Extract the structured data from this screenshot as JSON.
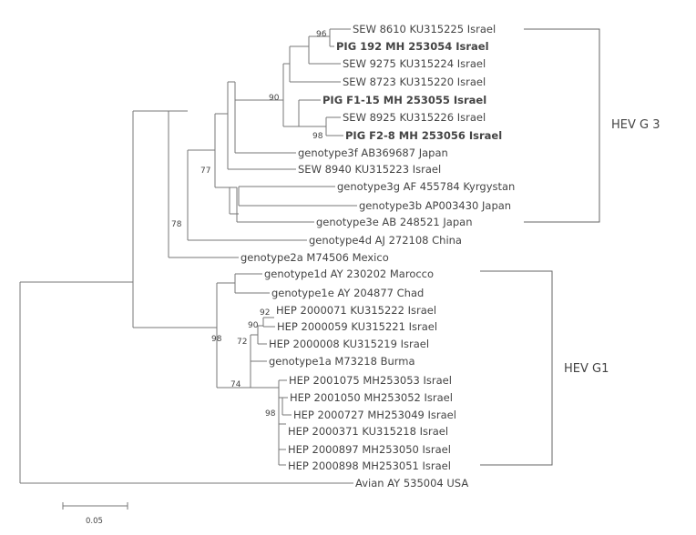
{
  "tree": {
    "leaves": [
      {
        "id": "sew8610",
        "label": "SEW  8610  KU315225  Israel",
        "bold": false
      },
      {
        "id": "pig192",
        "label": "PIG  192  MH 253054  Israel",
        "bold": true
      },
      {
        "id": "sew9275",
        "label": "SEW  9275  KU315224  Israel",
        "bold": false
      },
      {
        "id": "sew8723",
        "label": "SEW  8723  KU315220  Israel",
        "bold": false
      },
      {
        "id": "pigf115",
        "label": "PIG  F1-15  MH 253055  Israel",
        "bold": true
      },
      {
        "id": "sew8925",
        "label": "SEW  8925  KU315226  Israel",
        "bold": false
      },
      {
        "id": "pigf28",
        "label": "PIG  F2-8  MH 253056  Israel",
        "bold": true
      },
      {
        "id": "g3f",
        "label": "genotype3f  AB369687  Japan",
        "bold": false
      },
      {
        "id": "sew8940",
        "label": "SEW  8940  KU315223  Israel",
        "bold": false
      },
      {
        "id": "g3g",
        "label": "genotype3g  AF 455784  Kyrgystan",
        "bold": false
      },
      {
        "id": "g3b",
        "label": "genotype3b  AP003430  Japan",
        "bold": false
      },
      {
        "id": "g3e",
        "label": "genotype3e  AB 248521  Japan",
        "bold": false
      },
      {
        "id": "g4d",
        "label": "genotype4d  AJ 272108  China",
        "bold": false
      },
      {
        "id": "g2a",
        "label": "genotype2a  M74506  Mexico",
        "bold": false
      },
      {
        "id": "g1d",
        "label": "genotype1d  AY 230202  Marocco",
        "bold": false
      },
      {
        "id": "g1e",
        "label": "genotype1e  AY 204877  Chad",
        "bold": false
      },
      {
        "id": "hep2000071",
        "label": "HEP  2000071  KU315222  Israel",
        "bold": false
      },
      {
        "id": "hep2000059",
        "label": "HEP  2000059  KU315221  Israel",
        "bold": false
      },
      {
        "id": "hep2000008",
        "label": "HEP  2000008  KU315219  Israel",
        "bold": false
      },
      {
        "id": "g1a",
        "label": "genotype1a  M73218  Burma",
        "bold": false
      },
      {
        "id": "hep2001075",
        "label": "HEP  2001075  MH253053  Israel",
        "bold": false
      },
      {
        "id": "hep2001050",
        "label": "HEP  2001050  MH253052  Israel",
        "bold": false
      },
      {
        "id": "hep2000727",
        "label": "HEP  2000727  MH253049  Israel",
        "bold": false
      },
      {
        "id": "hep2000371",
        "label": "HEP  2000371  KU315218  Israel",
        "bold": false
      },
      {
        "id": "hep2000897",
        "label": "HEP  2000897  MH253050  Israel",
        "bold": false
      },
      {
        "id": "hep2000898",
        "label": "HEP  2000898  MH253051  Israel",
        "bold": false
      },
      {
        "id": "avian",
        "label": "Avian  AY 535004  USA",
        "bold": false
      }
    ],
    "support_values": [
      "96",
      "90",
      "98",
      "77",
      "78",
      "92",
      "90",
      "72",
      "98",
      "98",
      "74"
    ],
    "clades": {
      "g3": "HEV G 3",
      "g1": "HEV G1"
    },
    "scale_bar": {
      "label": "0.05",
      "value": 0.05
    }
  }
}
